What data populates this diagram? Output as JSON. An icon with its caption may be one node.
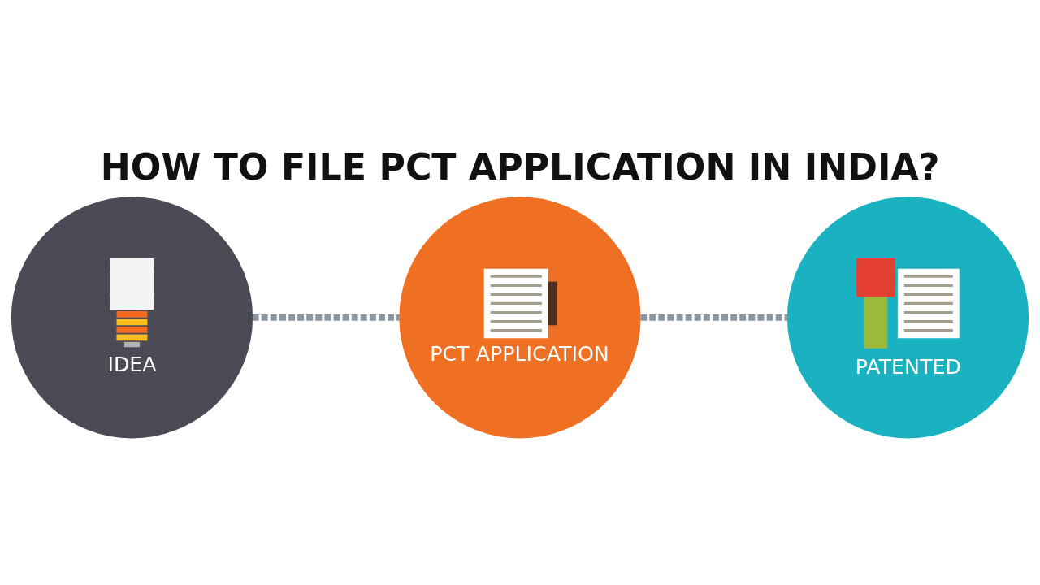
{
  "diagram": {
    "title": "HOW TO FILE PCT APPLICATION IN INDIA?",
    "nodes": [
      {
        "text": [
          "IDEA"
        ]
      },
      {
        "text": [
          "PCT APPLICATION"
        ]
      },
      {
        "text": [
          "PATENTED"
        ]
      }
    ],
    "edges": [
      {
        "from": 0,
        "to": 1,
        "arrow": "none",
        "style": "dashed"
      },
      {
        "from": 1,
        "to": 2,
        "arrow": "none",
        "style": "dashed"
      }
    ]
  }
}
